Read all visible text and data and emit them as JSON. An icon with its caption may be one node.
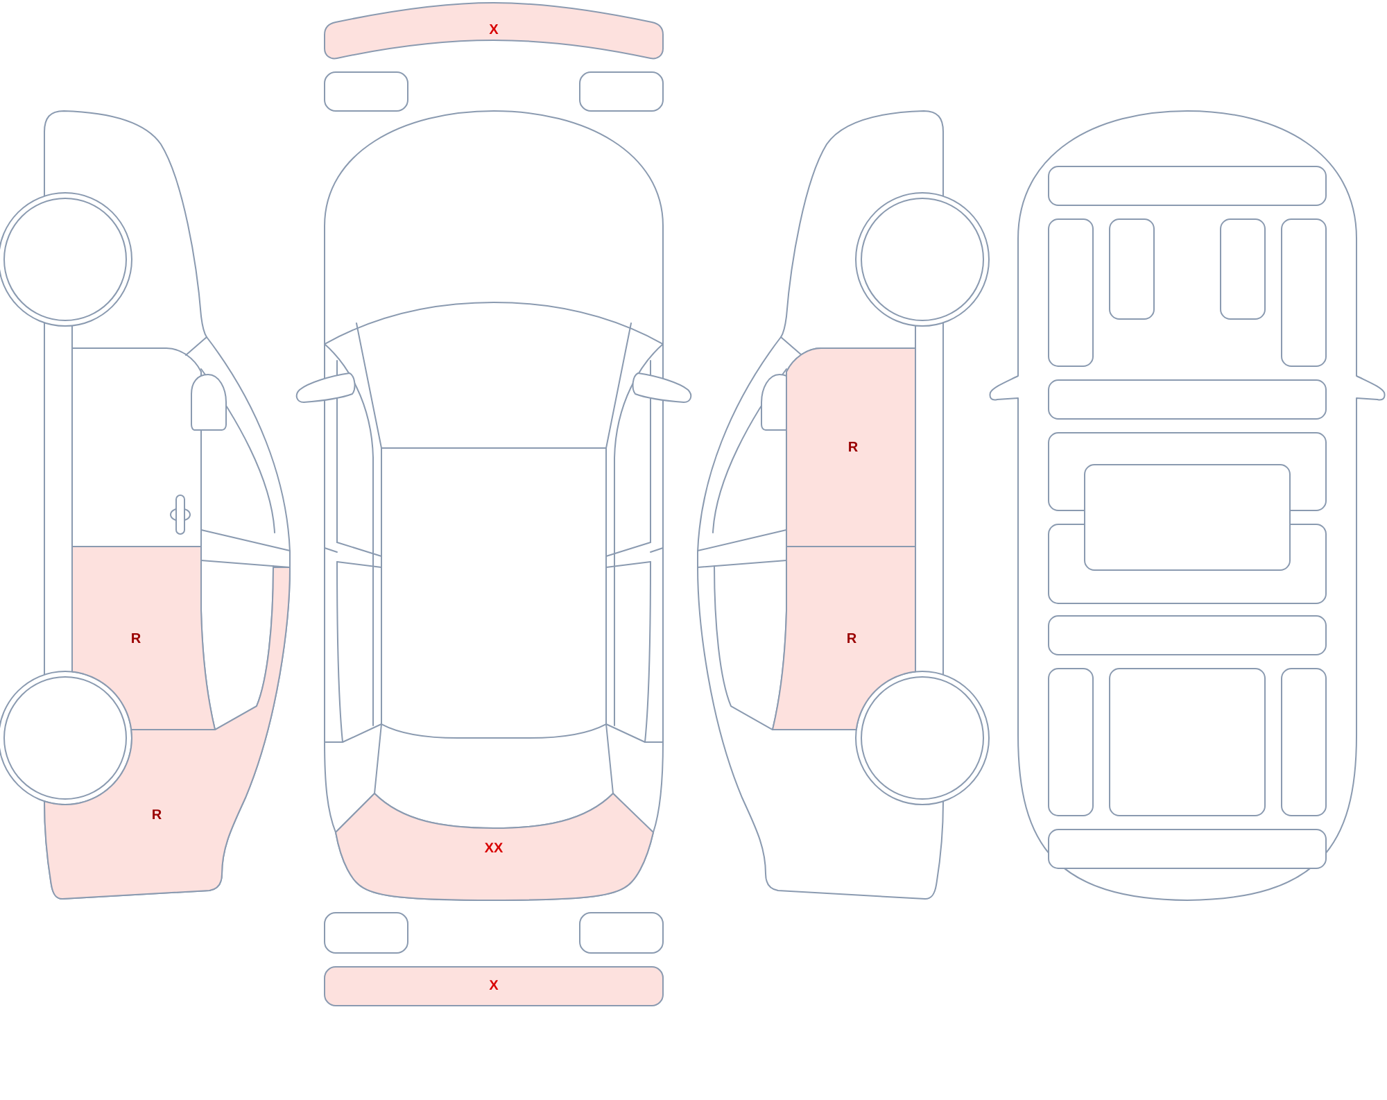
{
  "diagram": {
    "nodes": [
      {
        "text": [
          "X"
        ]
      },
      {
        "text": [
          "R"
        ]
      },
      {
        "text": [
          "R"
        ]
      },
      {
        "text": [
          "R"
        ]
      },
      {
        "text": [
          "R"
        ]
      },
      {
        "text": [
          "XX"
        ]
      },
      {
        "text": [
          "X"
        ]
      }
    ]
  }
}
